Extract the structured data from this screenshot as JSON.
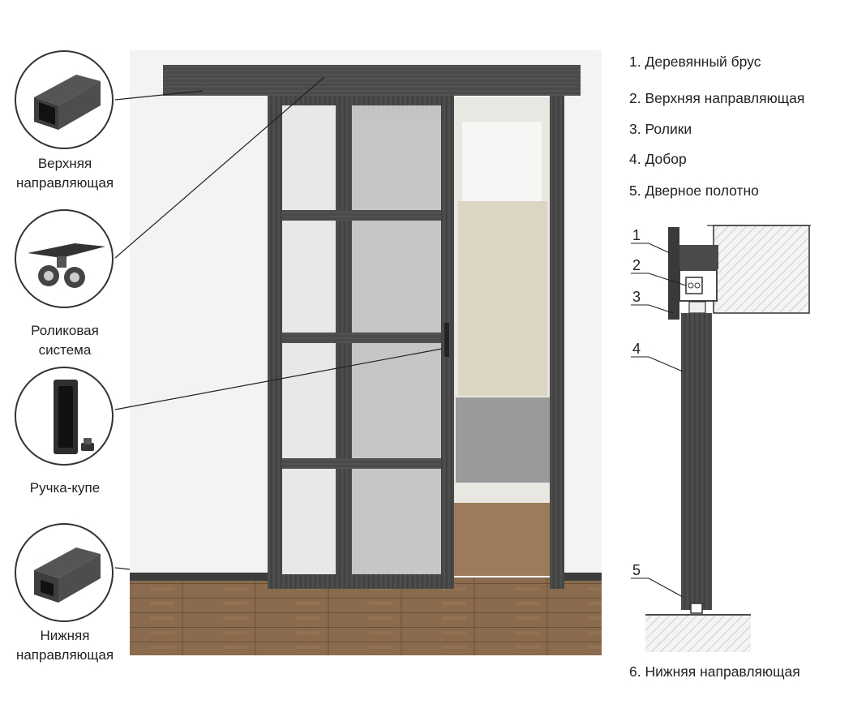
{
  "parts_legend": [
    {
      "num": "1.",
      "label": "Деревянный брус"
    },
    {
      "num": "2.",
      "label": "Верхняя направляющая"
    },
    {
      "num": "3.",
      "label": "Ролики"
    },
    {
      "num": "4.",
      "label": "Добор"
    },
    {
      "num": "5.",
      "label": "Дверное полотно"
    }
  ],
  "bottom_legend": {
    "num": "6.",
    "label": "Нижняя направляющая"
  },
  "section_numbers": [
    "1",
    "2",
    "3",
    "4",
    "5"
  ],
  "callouts": [
    {
      "label_line1": "Верхняя",
      "label_line2": "направляющая",
      "icon": "top-rail-profile-icon"
    },
    {
      "label_line1": "Роликовая",
      "label_line2": "система",
      "icon": "roller-system-icon"
    },
    {
      "label_line1": "Ручка-купе",
      "label_line2": "",
      "icon": "door-handle-icon"
    },
    {
      "label_line1": "Нижняя",
      "label_line2": "направляющая",
      "icon": "bottom-rail-profile-icon"
    }
  ],
  "colors": {
    "frame": "#4a4a4a",
    "frame_dark": "#3a3a3a",
    "wall": "#f2f2f2",
    "floor": "#8a6a4c",
    "glass": "#e6e6e6",
    "hatch": "#bbbbbb"
  }
}
